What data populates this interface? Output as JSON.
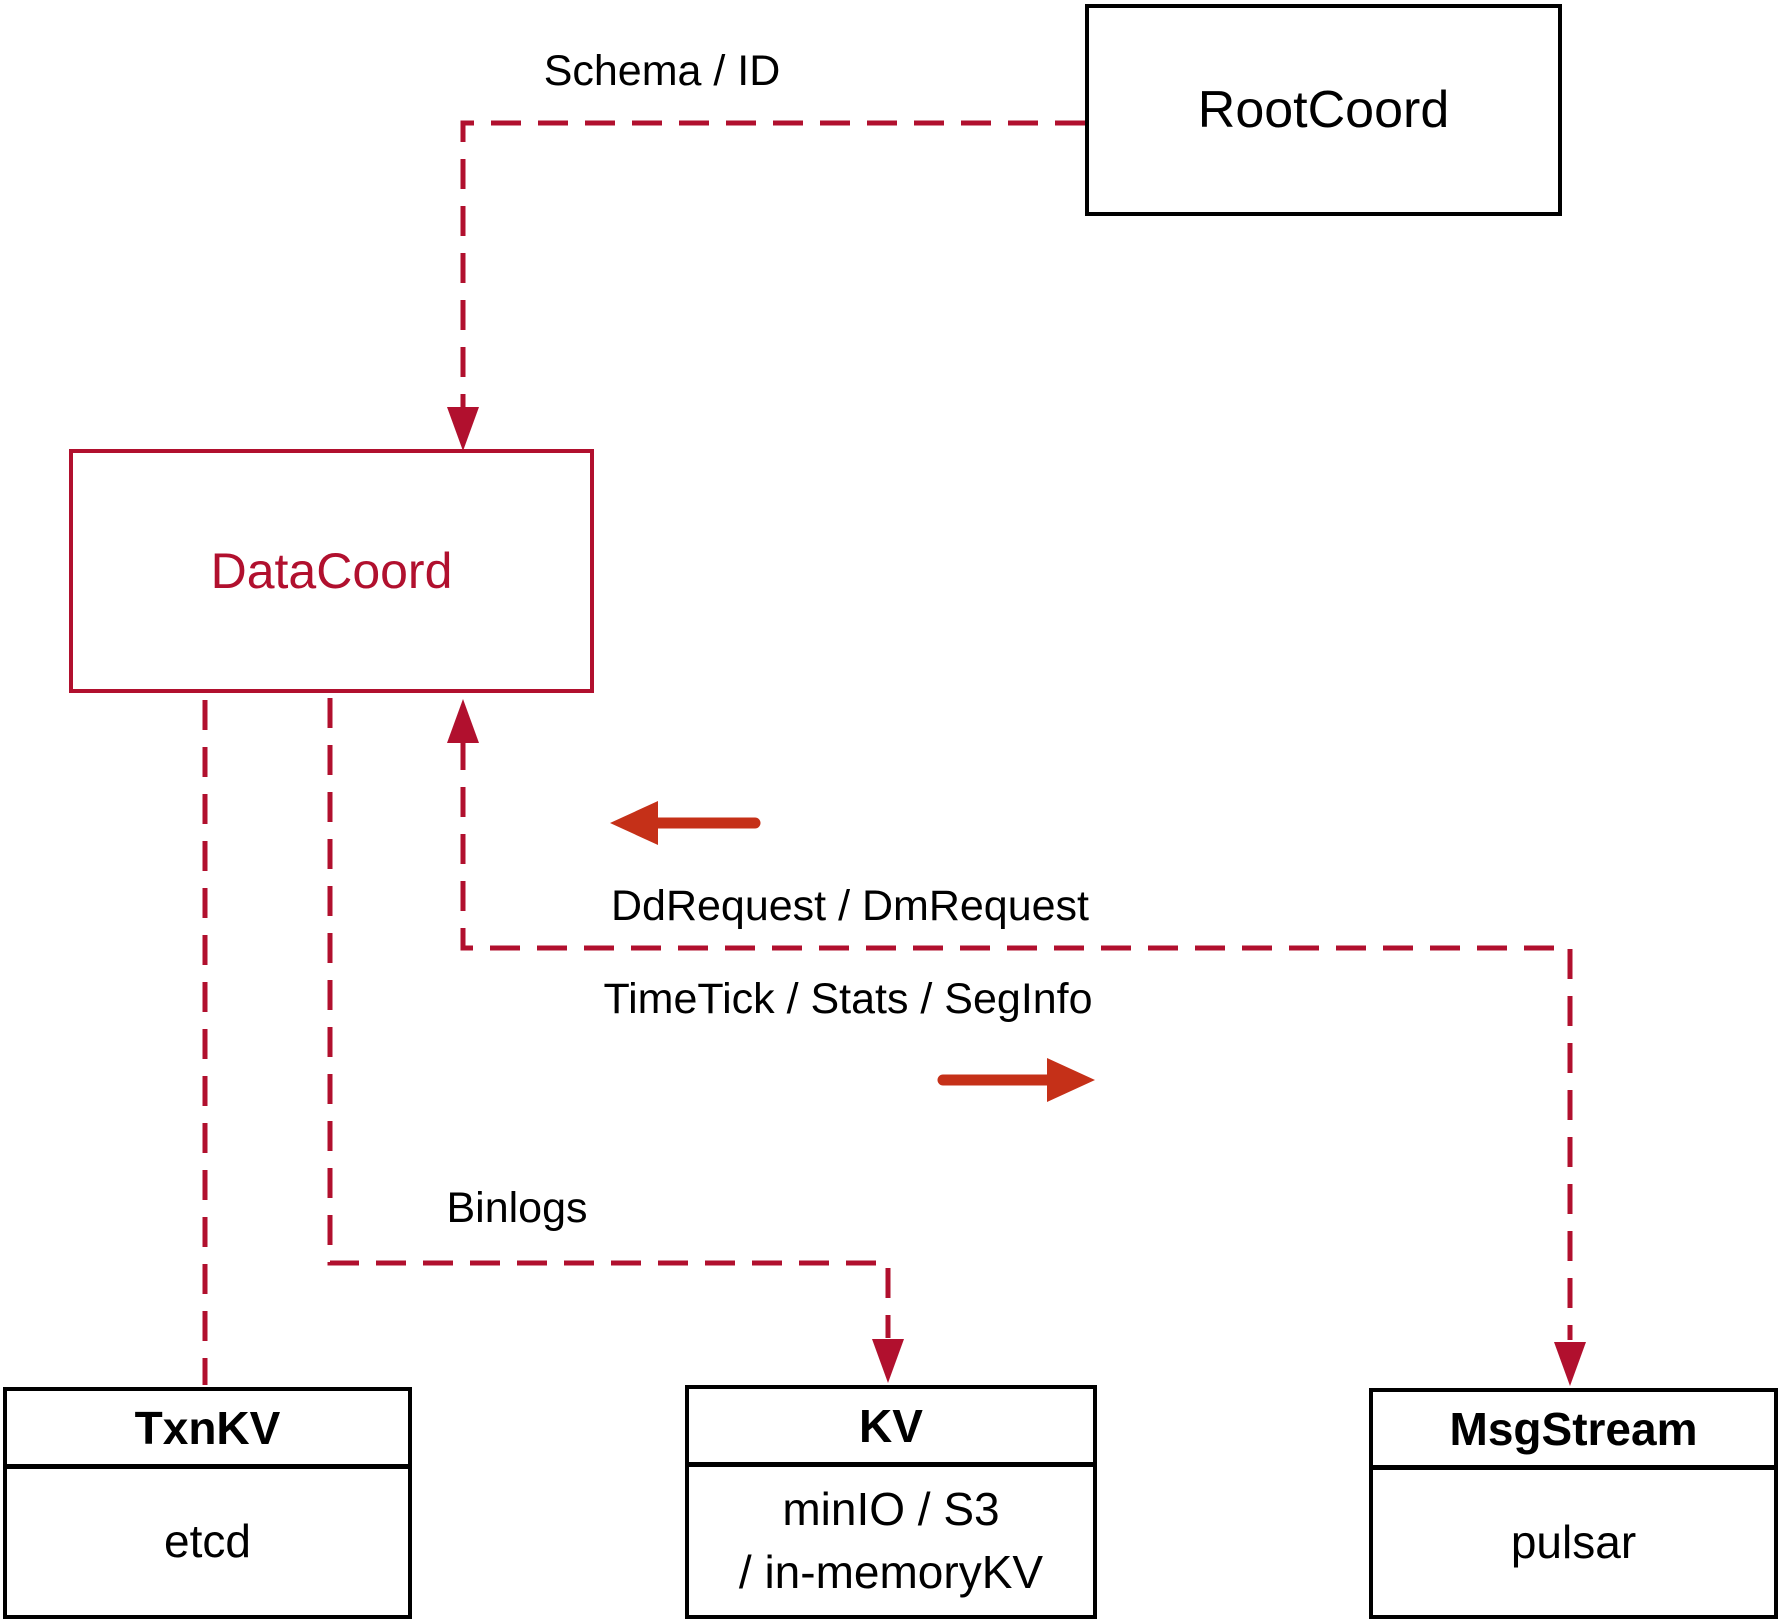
{
  "nodes": {
    "rootcoord": {
      "label": "RootCoord"
    },
    "datacoord": {
      "label": "DataCoord"
    },
    "txnkv": {
      "title": "TxnKV",
      "body": "etcd"
    },
    "kv": {
      "title": "KV",
      "body_line1": "minIO / S3",
      "body_line2": "/ in-memoryKV"
    },
    "msgstream": {
      "title": "MsgStream",
      "body": "pulsar"
    }
  },
  "edges": {
    "schema_id": {
      "label": "Schema / ID",
      "from": "RootCoord",
      "to": "DataCoord",
      "style": "dashed-arrow"
    },
    "dd_dm_request": {
      "label": "DdRequest / DmRequest",
      "direction": "toward DataCoord",
      "style": "solid-arrow-left"
    },
    "timetick": {
      "label": "TimeTick / Stats / SegInfo",
      "direction": "toward MsgStream",
      "style": "solid-arrow-right"
    },
    "msg_loop": {
      "from": "DataCoord",
      "to": "MsgStream",
      "style": "dashed-arrow-both-ends"
    },
    "binlogs": {
      "label": "Binlogs",
      "from": "DataCoord",
      "to": "KV",
      "style": "dashed-arrow"
    },
    "txnkv_link": {
      "from": "DataCoord",
      "to": "TxnKV",
      "style": "dashed"
    }
  },
  "colors": {
    "line_red": "#b1102e",
    "arrow_red": "#c53018",
    "box_black": "#000000",
    "background": "#ffffff"
  }
}
